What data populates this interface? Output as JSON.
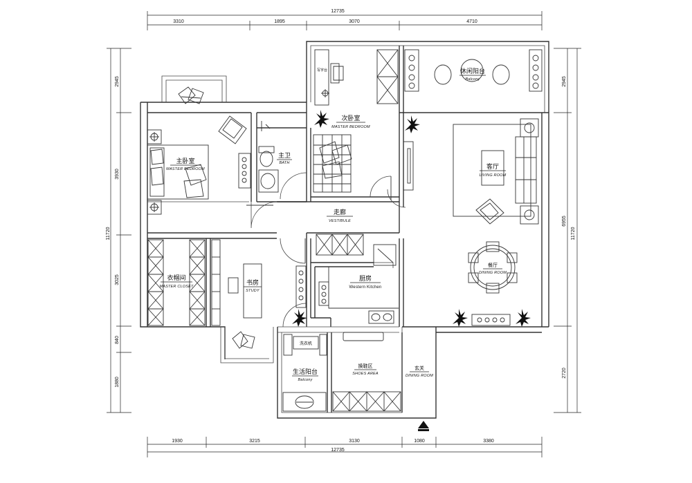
{
  "dimensions": {
    "top_total": "12735",
    "top_segments": [
      "3310",
      "1895",
      "3070",
      "4710"
    ],
    "bottom_segments": [
      "1930",
      "3215",
      "3130",
      "1080",
      "3380"
    ],
    "bottom_total": "12735",
    "left_segments": [
      "2945",
      "3930",
      "3025",
      "840",
      "1880"
    ],
    "left_total": "11720",
    "right_segments": [
      "2945",
      "6955",
      "2720"
    ],
    "right_total": "11720"
  },
  "rooms": {
    "master_bedroom": {
      "cn": "主卧室",
      "en": "MASTER BEDROOM"
    },
    "master_bath": {
      "cn": "主卫",
      "en": "BATH"
    },
    "second_bedroom": {
      "cn": "次卧室",
      "en": "MASTER BEDROOM"
    },
    "leisure_balcony": {
      "cn": "休闲阳台",
      "en": "Balcony"
    },
    "living_room": {
      "cn": "客厅",
      "en": "LIVING ROOM"
    },
    "vestibule": {
      "cn": "走廊",
      "en": "VESTIBULE"
    },
    "closet": {
      "cn": "衣帽间",
      "en": "MASTER CLOSET"
    },
    "study": {
      "cn": "书房",
      "en": "STUDY"
    },
    "kitchen": {
      "cn": "厨房",
      "en": "Western Kitchen"
    },
    "dining": {
      "cn": "餐厅",
      "en": "DINING ROOM"
    },
    "service_balcony": {
      "cn": "生活阳台",
      "en": "Balcony"
    },
    "shoes_area": {
      "cn": "换鞋区",
      "en": "SHOES AREA"
    },
    "entrance": {
      "cn": "玄关",
      "en": "DINING ROOM"
    }
  },
  "labels": {
    "washer": "洗衣机",
    "desk_note": "写字台"
  }
}
